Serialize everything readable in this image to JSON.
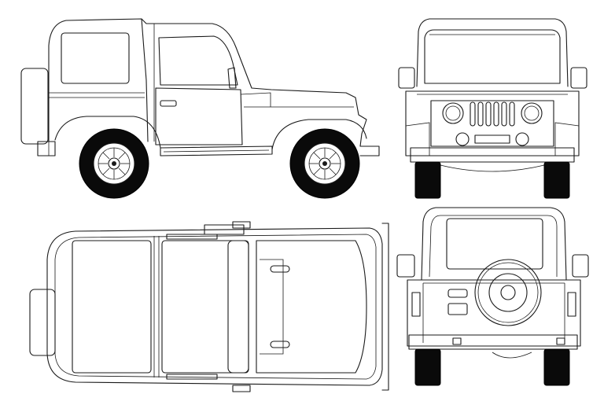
{
  "drawing": {
    "subject": "vehicle-blueprint",
    "views": [
      "side",
      "front",
      "top",
      "rear"
    ],
    "line_color": "#1a1a1a",
    "tire_color": "#0a0a0a",
    "background": "#ffffff"
  }
}
